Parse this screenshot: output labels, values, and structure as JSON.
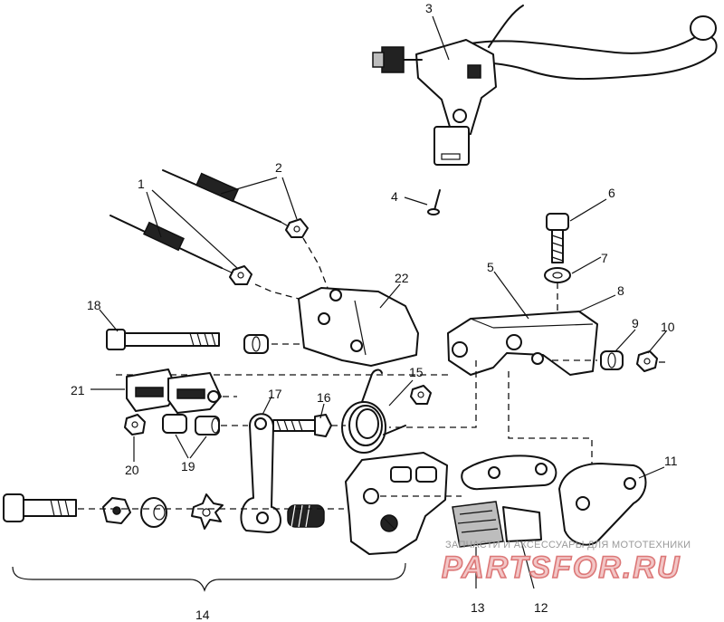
{
  "callouts": [
    {
      "id": "1",
      "text": "1"
    },
    {
      "id": "2",
      "text": "2"
    },
    {
      "id": "3",
      "text": "3"
    },
    {
      "id": "4",
      "text": "4"
    },
    {
      "id": "5",
      "text": "5"
    },
    {
      "id": "6",
      "text": "6"
    },
    {
      "id": "7",
      "text": "7"
    },
    {
      "id": "8",
      "text": "8"
    },
    {
      "id": "9",
      "text": "9"
    },
    {
      "id": "10",
      "text": "10"
    },
    {
      "id": "11",
      "text": "11"
    },
    {
      "id": "12",
      "text": "12"
    },
    {
      "id": "13",
      "text": "13"
    },
    {
      "id": "14",
      "text": "14"
    },
    {
      "id": "15",
      "text": "15"
    },
    {
      "id": "16",
      "text": "16"
    },
    {
      "id": "17",
      "text": "17"
    },
    {
      "id": "18",
      "text": "18"
    },
    {
      "id": "19",
      "text": "19"
    },
    {
      "id": "20",
      "text": "20"
    },
    {
      "id": "21",
      "text": "21"
    },
    {
      "id": "22",
      "text": "22"
    }
  ],
  "watermark": {
    "caption": "ЗАПЧАСТИ И АКСЕССУАРЫ ДЛЯ МОТОТЕХНИКИ",
    "brand": "PARTSFOR.RU"
  },
  "colors": {
    "line": "#111111",
    "watermark_red": "#dc7777",
    "watermark_grey": "#9a9a9a"
  }
}
